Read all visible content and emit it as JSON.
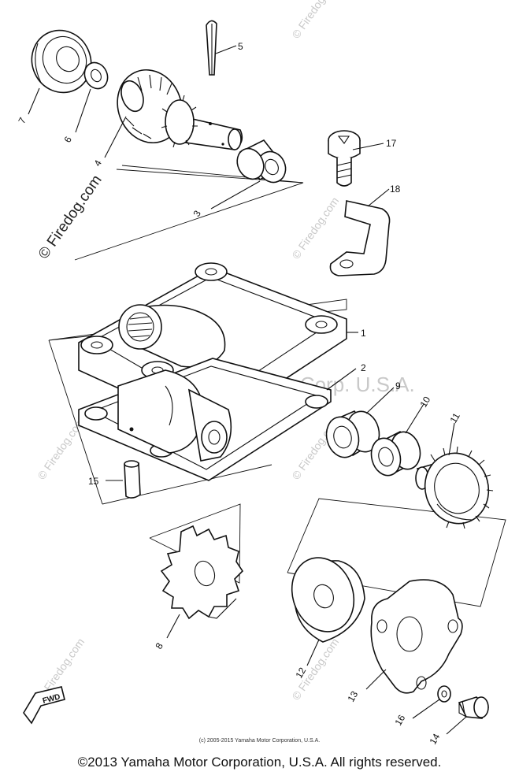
{
  "diagram": {
    "callouts": [
      "1",
      "2",
      "3",
      "4",
      "5",
      "6",
      "7",
      "8",
      "9",
      "10",
      "11",
      "12",
      "13",
      "14",
      "15",
      "16",
      "17",
      "18"
    ],
    "fwd_label": "FWD",
    "watermark_site": "© Firedog.com",
    "watermark_center": "Yamaha Motor Corp. U.S.A.",
    "small_copyright": "(c) 2005-2015 Yamaha Motor Corporation, U.S.A.",
    "copyright": "©2013 Yamaha Motor Corporation, U.S.A. All rights reserved."
  }
}
